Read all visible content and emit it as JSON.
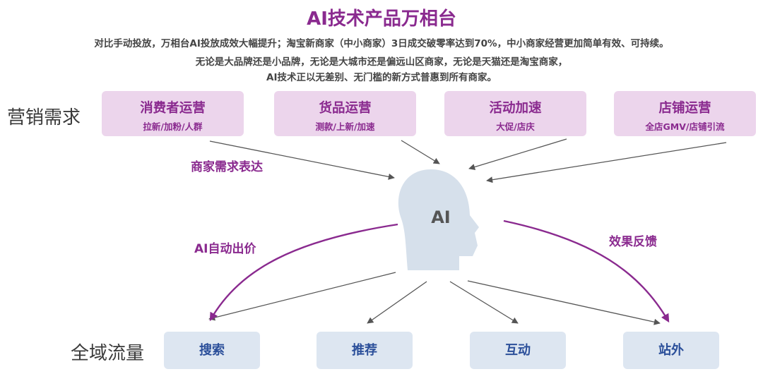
{
  "title": "AI技术产品万相台",
  "subtitle_lines": [
    "对比手动投放，万相台AI投放成效大幅提升；淘宝新商家（中小商家）3日成交破零率达到70%，中小商家经营更加简单有效、可持续。",
    "无论是大品牌还是小品牌，无论是大城市还是偏远山区商家，无论是天猫还是淘宝商家，",
    "AI技术正以无差别、无门槛的新方式普惠到所有商家。"
  ],
  "row_labels": {
    "top": "营销需求",
    "bottom": "全域流量"
  },
  "needs": [
    {
      "title": "消费者运营",
      "sub": "拉新/加粉/人群"
    },
    {
      "title": "货品运营",
      "sub": "测款/上新/加速"
    },
    {
      "title": "活动加速",
      "sub": "大促/店庆"
    },
    {
      "title": "店铺运营",
      "sub": "全店GMV/店铺引流"
    }
  ],
  "center": "AI",
  "flow_labels": {
    "demand": "商家需求表达",
    "bid": "AI自动出价",
    "feedback": "效果反馈"
  },
  "traffic": [
    "搜索",
    "推荐",
    "互动",
    "站外"
  ],
  "colors": {
    "accent": "#8a2a8f",
    "need_bg": "#ecd5ec",
    "traffic_bg": "#dde6f1",
    "head": "#d6e0eb"
  }
}
